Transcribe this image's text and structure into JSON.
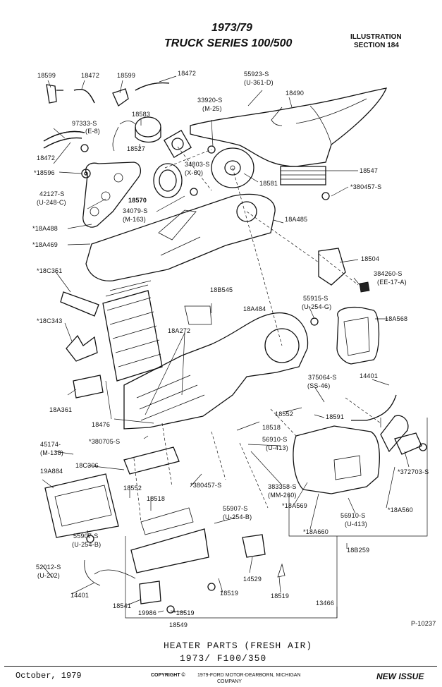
{
  "header": {
    "title_line1": "1973/79",
    "title_line2": "TRUCK SERIES 100/500",
    "illustration_label": "ILLUSTRATION",
    "section_label": "SECTION 184"
  },
  "labels": {
    "l18599a": "18599",
    "l18472a": "18472",
    "l18599b": "18599",
    "l18472b": "18472",
    "l55923": "55923-S",
    "l55923b": "(U-361-D)",
    "l33920": "33920-S",
    "l33920b": "(M-25)",
    "l18490": "18490",
    "l18583": "18583",
    "l97333": "97333-S",
    "l97333b": "(E-8)",
    "l18527": "18527",
    "l18472c": "18472",
    "l18596": "*18596",
    "l34803": "34803-S",
    "l34803b": "(X-60)",
    "l18547": "18547",
    "l380457a": "*380457-S",
    "l18581": "18581",
    "l42127": "42127-S",
    "l42127b": "(U-248-C)",
    "l18570": "18570",
    "l34079": "34079-S",
    "l34079b": "(M-163)",
    "l18A485": "18A485",
    "l18A488": "*18A488",
    "l18A469": "*18A469",
    "l18504": "18504",
    "l18C351": "*18C351",
    "l384260": "384260-S",
    "l384260b": "(EE-17-A)",
    "l18B545": "18B545",
    "l55915": "55915-S",
    "l55915b": "(U-254-G)",
    "l18A484": "18A484",
    "l18A568": "18A568",
    "l18C343": "*18C343",
    "l18A272": "18A272",
    "l375064": "375064-S",
    "l375064b": "(SS-46)",
    "l14401a": "14401",
    "l18A361": "18A361",
    "l18552a": "18552",
    "l18591": "18591",
    "l18476": "18476",
    "l18518a": "18518",
    "l45174": "45174-",
    "l45174b": "(M-138)",
    "l380705": "*380705-S",
    "l56910a": "56910-S",
    "l56910ab": "(U-413)",
    "l18C306": "18C306",
    "l372703": "*372703-S",
    "l19A884": "19A884",
    "l380457b": "*380457-S",
    "l383358": "383358-S",
    "l383358b": "(MM-260)",
    "l18552b": "18552",
    "l18518b": "18518",
    "l18A569": "*18A569",
    "l18A560": "*18A560",
    "l55907a": "55907-S",
    "l55907ab": "(U-254-B)",
    "l55907b": "55907-S",
    "l55907bb": "(U-254-B)",
    "l56910b": "56910-S",
    "l56910bb": "(U-413)",
    "l18A660": "*18A660",
    "l18B259": "18B259",
    "l52012": "52012-S",
    "l52012b": "(U-202)",
    "l14529": "14529",
    "l14401b": "14401",
    "l18519a": "18519",
    "l18519b": "18519",
    "l13466": "13466",
    "l18541": "18541",
    "l19986": "19986",
    "l18519c": "*18519",
    "l18549": "18549",
    "l_p10237": "P-10237"
  },
  "caption": {
    "line1": "HEATER PARTS (FRESH AIR)",
    "line2": "1973/   F100/350"
  },
  "footer": {
    "date": "October, 1979",
    "copyright_prefix": "COPYRIGHT ©",
    "copyright_text": "1979-FORD MOTOR-DEARBORN, MICHIGAN",
    "copyright_company": "COMPANY",
    "status": "NEW ISSUE"
  }
}
